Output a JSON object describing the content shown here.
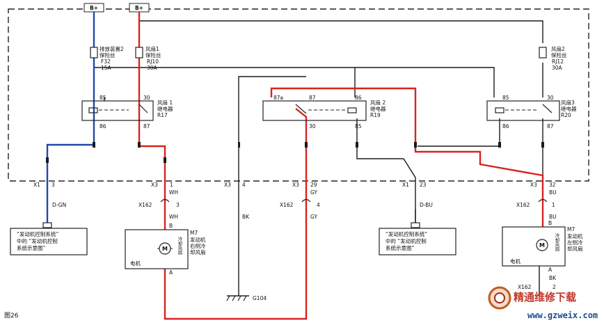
{
  "supply": {
    "left": "B+",
    "right": "B+"
  },
  "fuses": {
    "f32": {
      "name_l1": "排放装置2",
      "name_l2": "保险丝",
      "id": "F32",
      "rating": "15A"
    },
    "f10": {
      "name_l1": "风扇1",
      "name_l2": "保险丝",
      "id": "RJ10",
      "rating": "30A"
    },
    "f12": {
      "name_l1": "风扇2",
      "name_l2": "保险丝",
      "id": "RJ12",
      "rating": "30A"
    }
  },
  "relays": {
    "r17": {
      "name_l1": "风扇 1",
      "name_l2": "继电器",
      "id": "R17",
      "pins": [
        "85",
        "30",
        "86",
        "87"
      ]
    },
    "r19": {
      "name_l1": "风扇 2",
      "name_l2": "继电器",
      "id": "R19",
      "pins": [
        "87a",
        "87",
        "86",
        "30",
        "85"
      ]
    },
    "r20": {
      "name_l1": "风扇3",
      "name_l2": "继电器",
      "id": "R20",
      "pins": [
        "85",
        "30",
        "86",
        "87"
      ]
    }
  },
  "connectors": {
    "c1": {
      "name": "X1",
      "pin": "3",
      "wire": "D-GN"
    },
    "c2": {
      "name": "X3",
      "pin": "1",
      "color": "WH",
      "sub": "X162",
      "subpin": "3",
      "color2": "WH"
    },
    "c3": {
      "name": "X3",
      "pin": "4",
      "wire": "BK"
    },
    "c4": {
      "name": "X3",
      "pin": "29",
      "color": "GY",
      "sub": "X162",
      "subpin": "4",
      "color2": "GY"
    },
    "c5": {
      "name": "X1",
      "pin": "23",
      "wire": "D-BU"
    },
    "c6": {
      "name": "X3",
      "pin": "32",
      "color": "BU",
      "sub": "X162",
      "subpin": "1",
      "color2": "BU",
      "sub2": "X162",
      "sub2pin": "2",
      "color3": "BK"
    }
  },
  "refs": {
    "left_l1": "“发动机控制系统”",
    "left_l2": "中的 “发动机控制",
    "left_l3": "系统示意图”",
    "right_l1": "“发动机控制系统”",
    "right_l2": "中的 “发动机控制",
    "right_l3": "系统示意图”"
  },
  "motors": {
    "m7r": {
      "id": "M7",
      "desc_l1": "发动机",
      "desc_l2": "右侧冷",
      "desc_l3": "却风扇",
      "motor_label": "电机",
      "vertical": "冷却风扇",
      "pin_b": "B",
      "pin_a": "A",
      "symbol": "M"
    },
    "m7l": {
      "id": "M7",
      "desc_l1": "发动机",
      "desc_l2": "左侧冷",
      "desc_l3": "却风扇",
      "motor_label": "电机",
      "vertical": "冷却风扇",
      "pin_b": "B",
      "pin_a": "A",
      "symbol": "M"
    }
  },
  "ground": {
    "id": "G104"
  },
  "figure_label": "图26",
  "watermark": {
    "text": "精通维修下载",
    "url": "www.gzweix.com"
  },
  "colors": {
    "red_wire": "#d8231f",
    "blue_wire": "#2049a6",
    "black_wire": "#1a1a1a"
  }
}
